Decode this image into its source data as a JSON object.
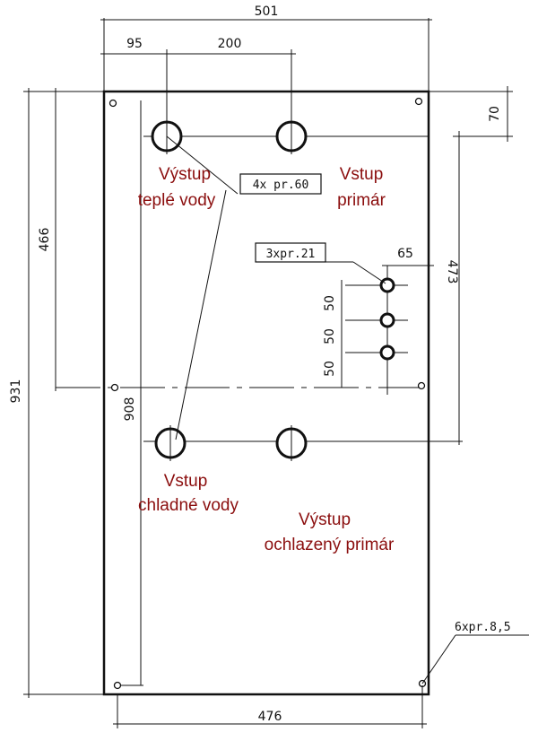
{
  "dimensions": {
    "overall_width": "501",
    "offset_left": "95",
    "hole_spacing": "200",
    "top_offset": "70",
    "height_466": "466",
    "height_931": "931",
    "height_908": "908",
    "height_473": "473",
    "offset_65": "65",
    "pitch_1": "50",
    "pitch_2": "50",
    "pitch_3": "50",
    "bottom_width": "476"
  },
  "callouts": {
    "large_holes": "4x pr.60",
    "small_holes": "3xpr.21",
    "mount_holes": "6xpr.8,5"
  },
  "labels": {
    "hot_water_out_1": "Výstup",
    "hot_water_out_2": "teplé vody",
    "primary_in_1": "Vstup",
    "primary_in_2": "primár",
    "cold_water_in_1": "Vstup",
    "cold_water_in_2": "chladné vody",
    "primary_out_1": "Výstup",
    "primary_out_2": "ochlazený primár"
  }
}
